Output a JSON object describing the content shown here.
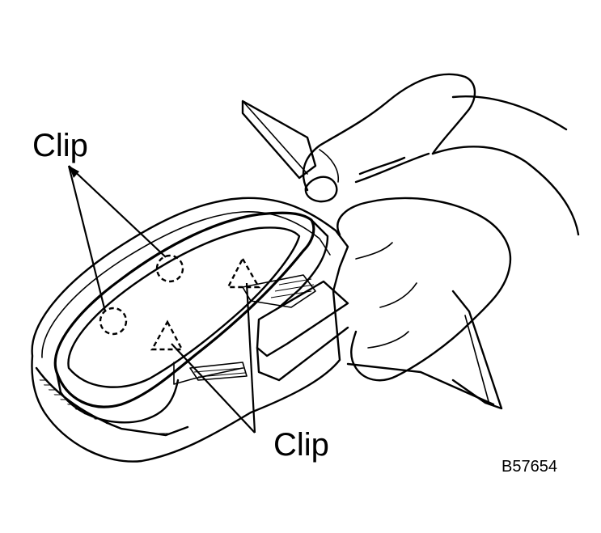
{
  "labels": {
    "clip_top": "Clip",
    "clip_bottom": "Clip",
    "figure_code": "B57654"
  }
}
